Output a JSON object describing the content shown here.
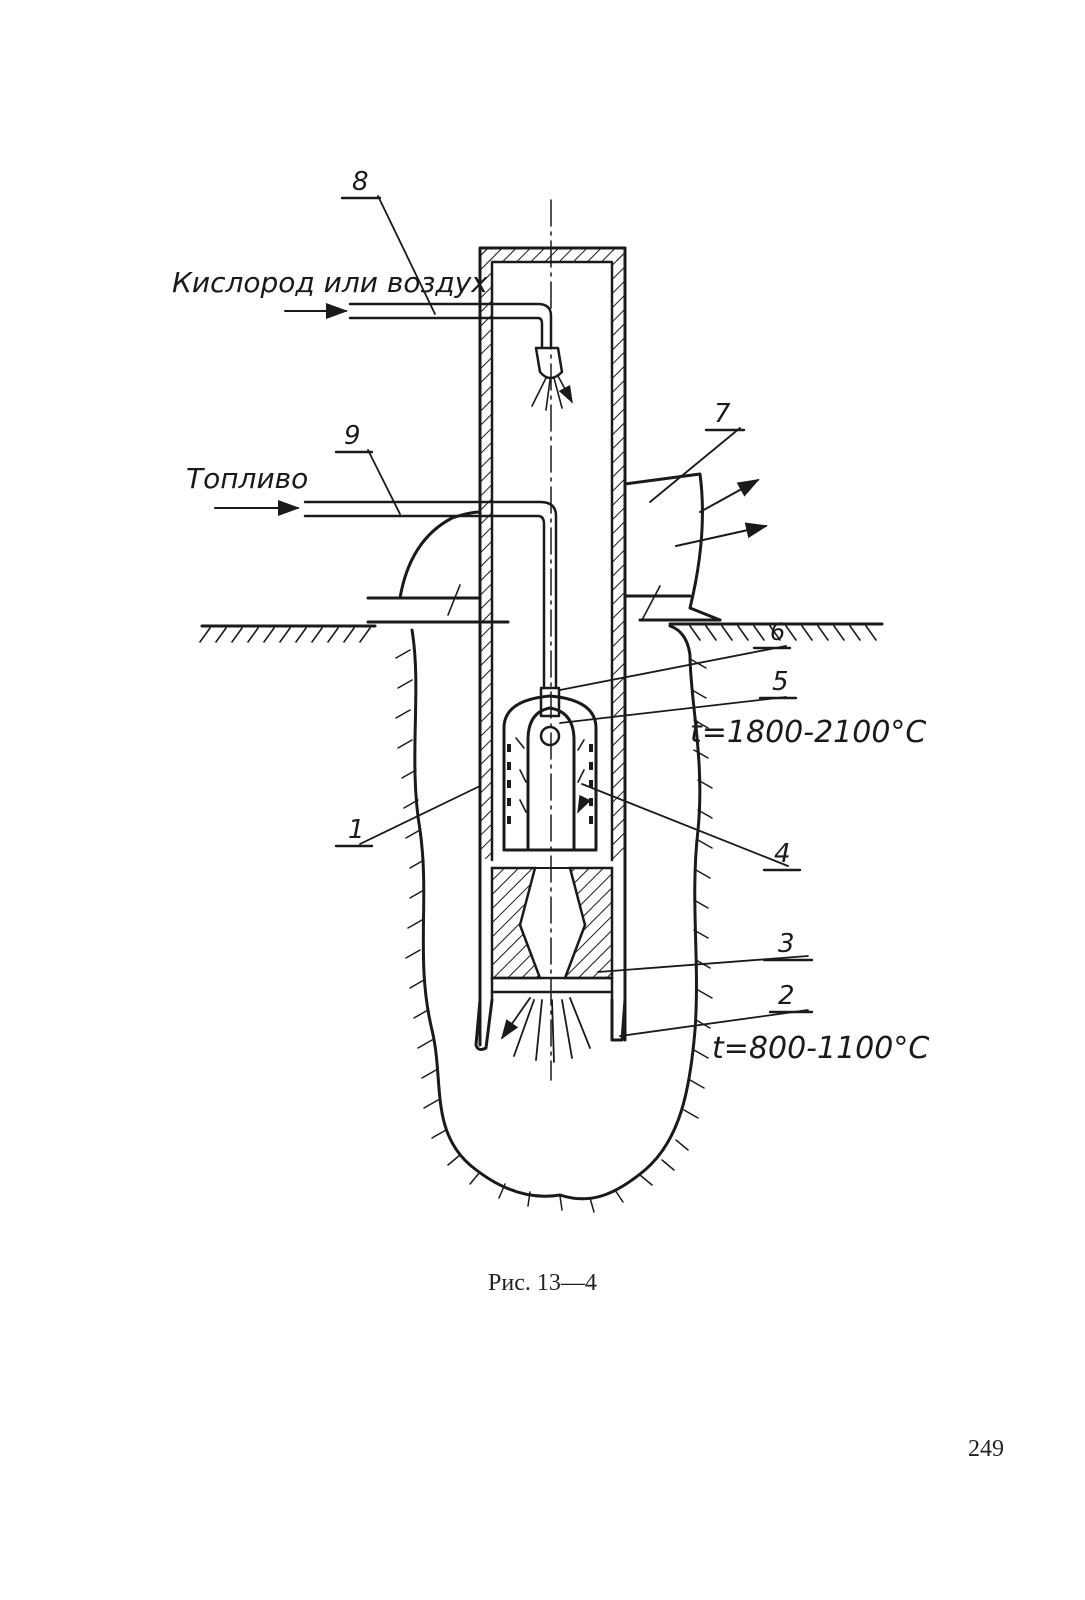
{
  "labels": {
    "oxygen_or_air": "Кислород или воздух",
    "fuel": "Топливо",
    "temp_top": "t=1800-2100°C",
    "temp_bottom": "t=800-1100°C"
  },
  "callouts": {
    "n1": "1",
    "n2": "2",
    "n3": "3",
    "n4": "4",
    "n5": "5",
    "n6": "6",
    "n7": "7",
    "n8": "8",
    "n9": "9"
  },
  "caption": "Рис. 13—4",
  "page_number": "249"
}
